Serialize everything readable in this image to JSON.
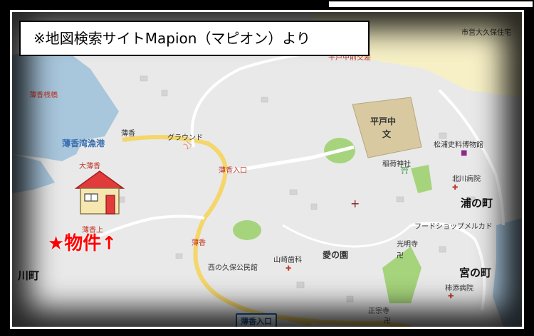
{
  "source_note": "※地図検索サイトMapion（マピオン）より",
  "property_label": "★物件↑",
  "colors": {
    "sea": "#a8c6dc",
    "land": "#e9e9e9",
    "road_major": "#f4d66b",
    "park": "#a6d47c",
    "highlight_area": "#f7f0c6",
    "property_red": "#ff0000"
  },
  "icons": [
    "house-icon",
    "ground-icon",
    "shrine-icon",
    "temple-icon",
    "hospital-icon",
    "museum-icon",
    "post-office-icon",
    "school-icon"
  ],
  "labels": {
    "port_small": "薄香桟橋",
    "fishing_port": "薄香湾漁港",
    "ground": "グラウンド",
    "usuka_iriguchi": "薄香入口",
    "oosuka": "大薄香",
    "usuka_ue": "薄香上",
    "usuka": "薄香",
    "usuka_kou": "薄香",
    "school": "平戸中",
    "school_mark": "文",
    "school_road": "平戸中前交差",
    "inari_shrine": "稲荷神社",
    "museum": "松浦史料博物館",
    "kitagawa_hospital": "北川病院",
    "uranomachi": "浦の町",
    "food_shop": "フードショップメルカド",
    "koumyouji": "光明寺",
    "miyanomachi": "宮の町",
    "kakizoe_hospital": "柿添病院",
    "shoushuji": "正宗寺",
    "yamasaki_dental": "山崎歯科",
    "ainosono": "愛の園",
    "nishi_kubo": "西の久保公民館",
    "okubo_school": "市営大久保住宅",
    "kawamachi": "川町",
    "bottom_iriguchi": "薄香入口"
  }
}
